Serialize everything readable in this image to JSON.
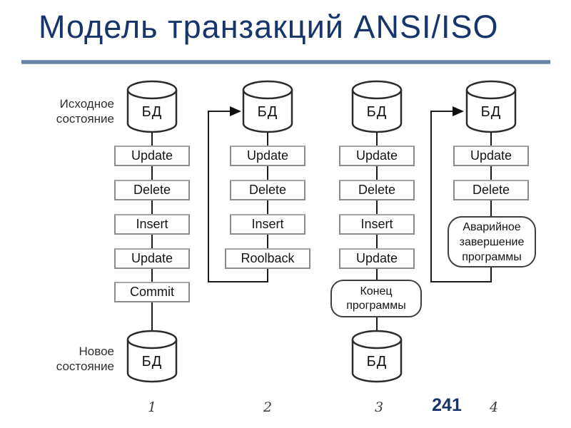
{
  "slide": {
    "title": "Модель транзакций ANSI/ISO",
    "page_number": "241"
  },
  "labels": {
    "initial_state": [
      "Исходное",
      "состояние"
    ],
    "new_state": [
      "Новое",
      "состояние"
    ]
  },
  "db_label": "БД",
  "columns": [
    {
      "number": "1",
      "boxes": [
        "Update",
        "Delete",
        "Insert",
        "Update",
        "Commit"
      ]
    },
    {
      "number": "2",
      "boxes": [
        "Update",
        "Delete",
        "Insert",
        "Roolback"
      ]
    },
    {
      "number": "3",
      "boxes": [
        "Update",
        "Delete",
        "Insert",
        "Update"
      ],
      "terminator": [
        "Конец",
        "программы"
      ]
    },
    {
      "number": "4",
      "boxes": [
        "Update",
        "Delete"
      ],
      "terminator": [
        "Аварийное",
        "завершение",
        "программы"
      ]
    }
  ],
  "colors": {
    "title": "#17356b",
    "rule": "#6e87a8",
    "page_number": "#17356b",
    "box_border": "#8b8b8b",
    "line": "#1c1c1c"
  }
}
